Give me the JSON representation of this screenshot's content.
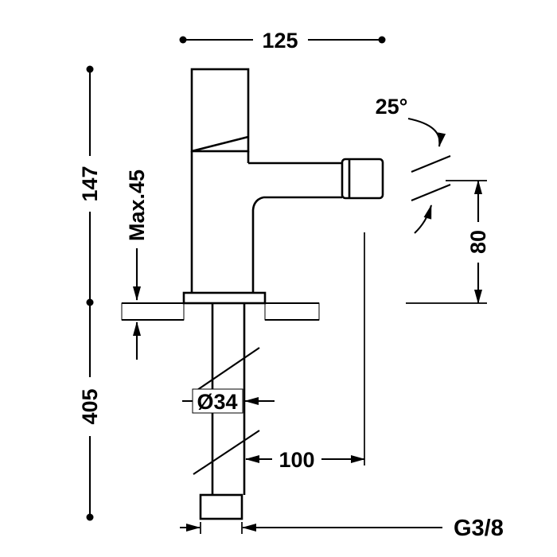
{
  "drawing": {
    "labels": {
      "spout_projection": "125",
      "height_to_deck": "147",
      "max_deck_thickness": "Max.45",
      "supply_length": "405",
      "spray_angle": "25°",
      "outlet_height": "80",
      "base_diameter": "Ø34",
      "outlet_distance": "100",
      "thread_size": "G3/8"
    },
    "colors": {
      "line": "#000000",
      "background": "#ffffff"
    }
  }
}
